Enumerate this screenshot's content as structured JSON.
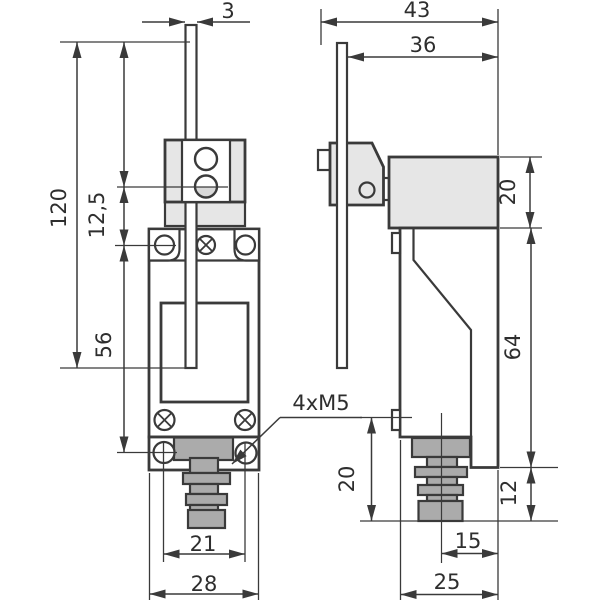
{
  "drawing": {
    "type": "technical-dimension-drawing",
    "subject": "limit switch with rod lever, front and side orthographic views",
    "colors": {
      "line": "#3a3a3a",
      "fill_light_gray": "#e6e6e6",
      "fill_mid_gray": "#ababab",
      "background": "#ffffff"
    },
    "dims": {
      "rod_width": "3",
      "side_overall_width": "43",
      "head_width": "36",
      "lever_length": "120",
      "head_to_body_offset": "12,5",
      "body_upper_height": "56",
      "head_height": "20",
      "body_height": "64",
      "mounting_holes": "4xM5",
      "plunger_section_height": "20",
      "flange_height": "12",
      "mount_hole_spacing": "21",
      "body_width": "28",
      "plunger_axis_to_back": "15",
      "body_depth": "25"
    }
  }
}
